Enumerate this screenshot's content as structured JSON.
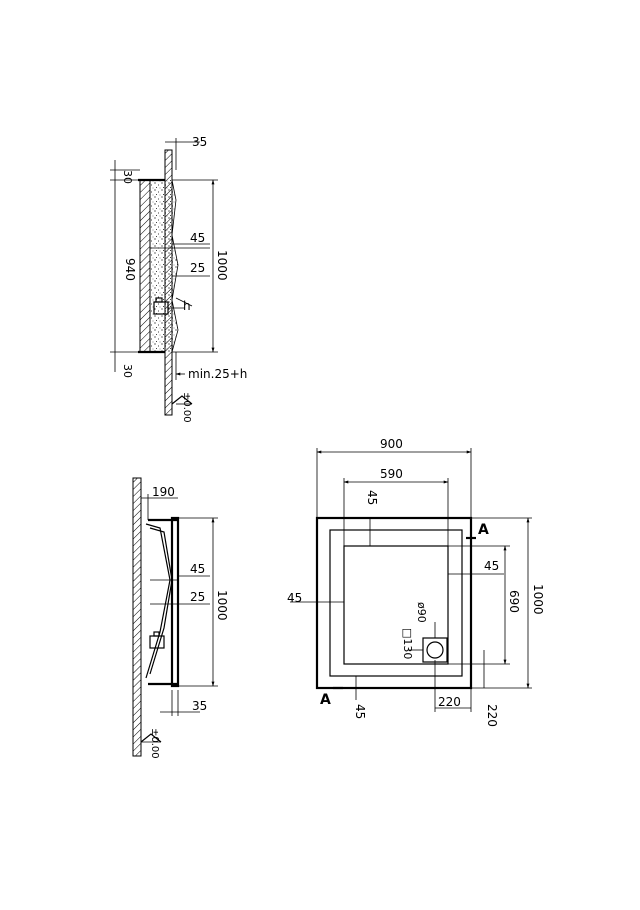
{
  "section_top": {
    "dim_rim": "35",
    "dim_top_lip": "30",
    "dim_bottom_lip": "30",
    "dim_inner": "940",
    "dim_total": "1000",
    "dim_floor_45": "45",
    "dim_floor_25": "25",
    "dim_h": "h",
    "min_height": "min.25+h",
    "level": "±0.00"
  },
  "section_bottom": {
    "dim_wall": "190",
    "dim_total": "1000",
    "dim_45": "45",
    "dim_25": "25",
    "dim_rim": "35",
    "level": "±0.00"
  },
  "plan": {
    "width_outer": "900",
    "width_inner": "590",
    "height_outer": "1000",
    "height_inner": "690",
    "margin_top": "45",
    "margin_left": "45",
    "margin_right": "45",
    "margin_bottom": "45",
    "drain_diameter": "ø90",
    "drain_square": "□130",
    "drain_offset_x": "220",
    "drain_offset_y": "220",
    "section_mark_top": "A",
    "section_mark_bottom": "A"
  }
}
